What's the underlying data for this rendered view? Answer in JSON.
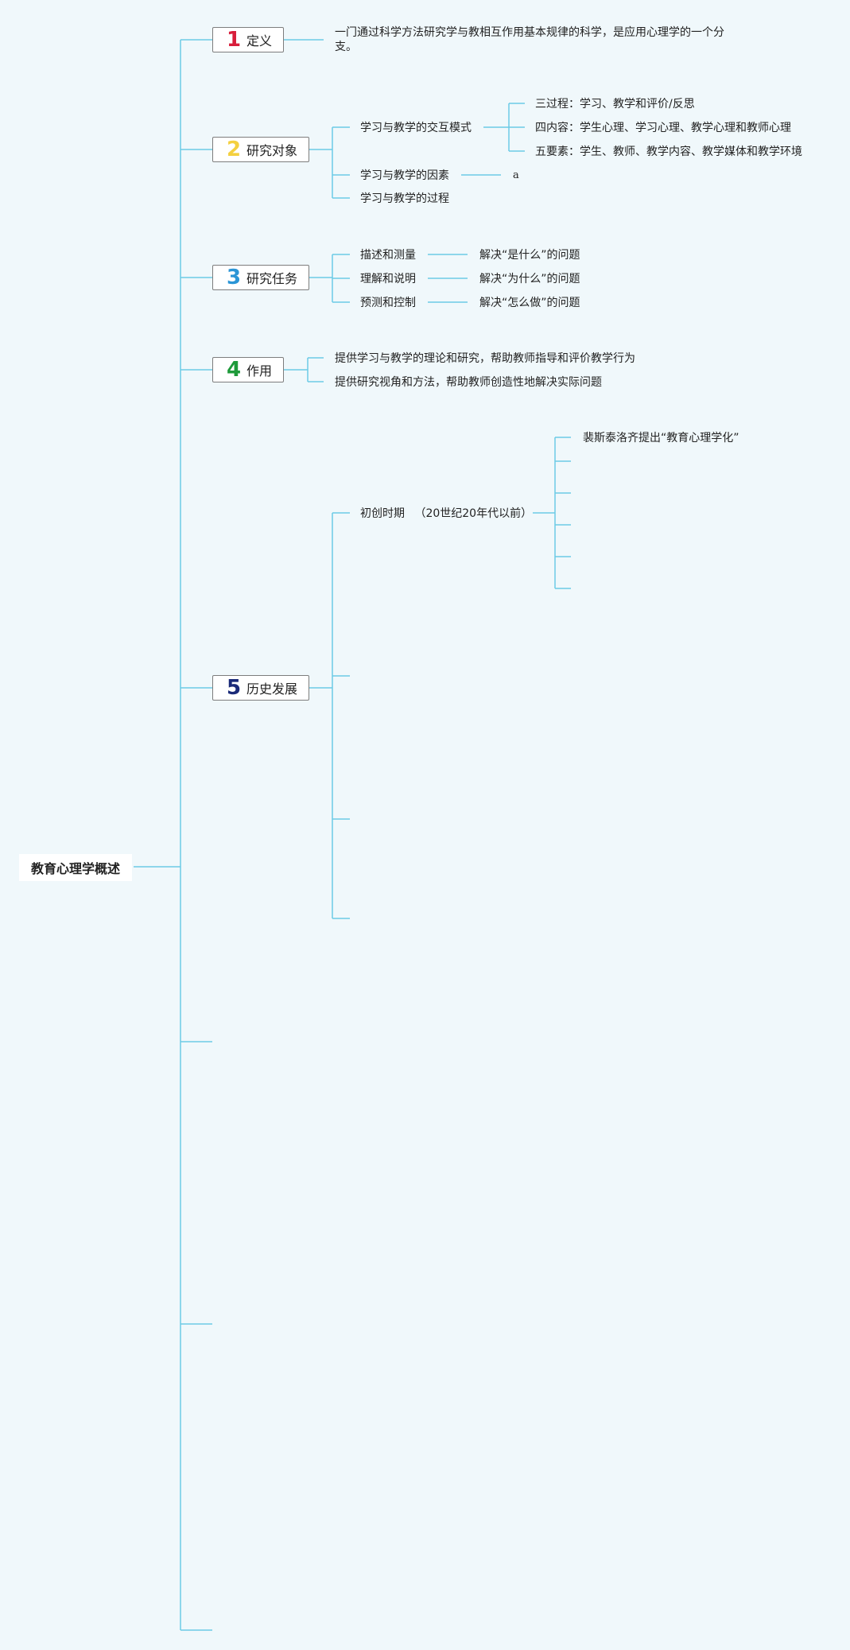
{
  "root": {
    "label": "教育心理学概述"
  },
  "branches": [
    {
      "num": "1",
      "num_color": "#d81e3b",
      "label": "定义",
      "definition": "一门通过科学方法研究学与教相互作用基本规律的科学，是应用心理学的一个分支。"
    },
    {
      "num": "2",
      "num_color": "#f4d03f",
      "label": "研究对象",
      "children": [
        {
          "label": "学习与教学的交互模式",
          "children": [
            "三过程：学习、教学和评价/反思",
            "四内容：学生心理、学习心理、教学心理和教师心理",
            "五要素：学生、教师、教学内容、教学媒体和教学环境"
          ]
        },
        {
          "label": "学习与教学的因素",
          "children": [
            "a"
          ]
        },
        {
          "label": "学习与教学的过程"
        }
      ]
    },
    {
      "num": "3",
      "num_color": "#2b95d6",
      "label": "研究任务",
      "children": [
        {
          "label": "描述和测量",
          "result": "解决“是什么”的问题"
        },
        {
          "label": "理解和说明",
          "result": "解决“为什么”的问题"
        },
        {
          "label": "预测和控制",
          "result": "解决“怎么做”的问题"
        }
      ]
    },
    {
      "num": "4",
      "num_color": "#1e9a3a",
      "label": "作用",
      "children": [
        "提供学习与教学的理论和研究，帮助教师指导和评价教学行为",
        "提供研究视角和方法，帮助教师创造性地解决实际问题"
      ]
    },
    {
      "num": "5",
      "num_color": "#1a2a78",
      "label": "历史发展",
      "children": [
        {
          "label": "初创时期",
          "period": "（20世纪20年代以前）",
          "children": [
            "裴斯泰洛齐提出“教育心理学化”"
          ]
        }
      ]
    }
  ],
  "colors": {
    "line": "#6ccbe6",
    "background": "#f0f8fb"
  }
}
